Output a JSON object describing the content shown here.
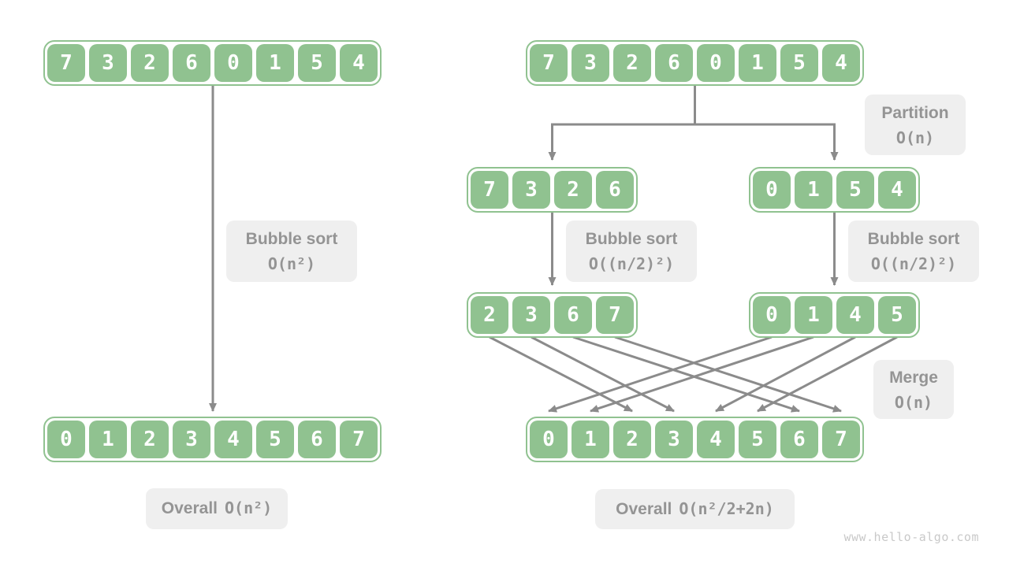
{
  "colors": {
    "green": "#90C290",
    "arrow": "#8B8B8B",
    "label-bg": "#EFEFEF",
    "label-fg": "#949494",
    "watermark": "#C9C9C9"
  },
  "left_panel": {
    "top_array": [
      "7",
      "3",
      "2",
      "6",
      "0",
      "1",
      "5",
      "4"
    ],
    "bottom_array": [
      "0",
      "1",
      "2",
      "3",
      "4",
      "5",
      "6",
      "7"
    ],
    "bubble_label": {
      "title": "Bubble sort",
      "formula": "O(n²)"
    },
    "overall_label": {
      "prefix": "Overall",
      "formula": "O(n²)"
    }
  },
  "right_panel": {
    "top_array": [
      "7",
      "3",
      "2",
      "6",
      "0",
      "1",
      "5",
      "4"
    ],
    "partition_label": {
      "title": "Partition",
      "formula": "O(n)"
    },
    "left_subarray": [
      "7",
      "3",
      "2",
      "6"
    ],
    "right_subarray": [
      "0",
      "1",
      "5",
      "4"
    ],
    "bubble_left_label": {
      "title": "Bubble sort",
      "formula": "O((n/2)²)"
    },
    "bubble_right_label": {
      "title": "Bubble sort",
      "formula": "O((n/2)²)"
    },
    "left_sorted_array": [
      "2",
      "3",
      "6",
      "7"
    ],
    "right_sorted_array": [
      "0",
      "1",
      "4",
      "5"
    ],
    "merge_label": {
      "title": "Merge",
      "formula": "O(n)"
    },
    "merged_array": [
      "0",
      "1",
      "2",
      "3",
      "4",
      "5",
      "6",
      "7"
    ],
    "overall_label": {
      "prefix": "Overall",
      "formula": "O(n²/2+2n)"
    }
  },
  "footer": {
    "watermark": "www.hello-algo.com"
  }
}
